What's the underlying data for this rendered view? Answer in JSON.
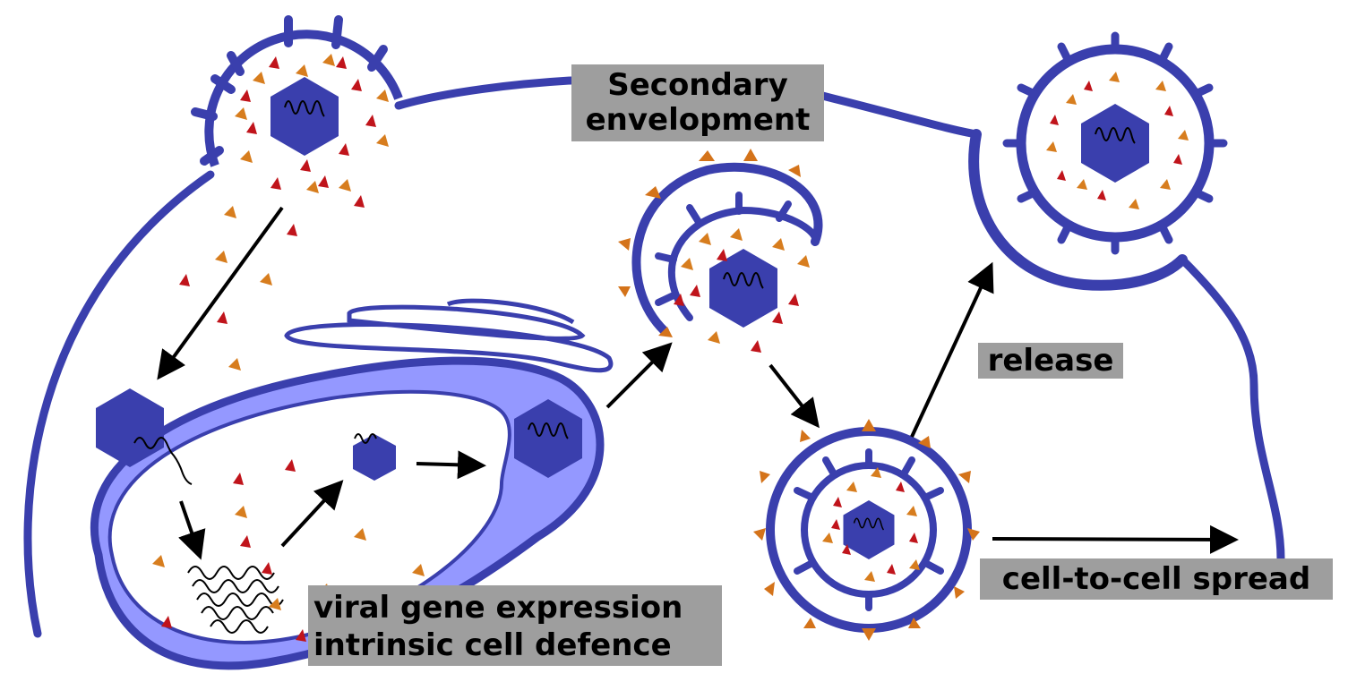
{
  "labels": {
    "secondary_envelopment_line1": "Secondary",
    "secondary_envelopment_line2": "envelopment",
    "release": "release",
    "cell_to_cell_spread": "cell-to-cell spread",
    "gene_expression_line1": "viral gene expression",
    "gene_expression_line2": "intrinsic cell defence"
  },
  "colors": {
    "membrane": "#3a3fad",
    "capsid": "#3a3fad",
    "nucleus_fill": "#9498ff",
    "tegument_red": "#c0141b",
    "tegument_orange": "#d77d1e",
    "glycoprotein": "#d4731a",
    "label_background": "#9e9e9e",
    "arrow": "#000000"
  }
}
